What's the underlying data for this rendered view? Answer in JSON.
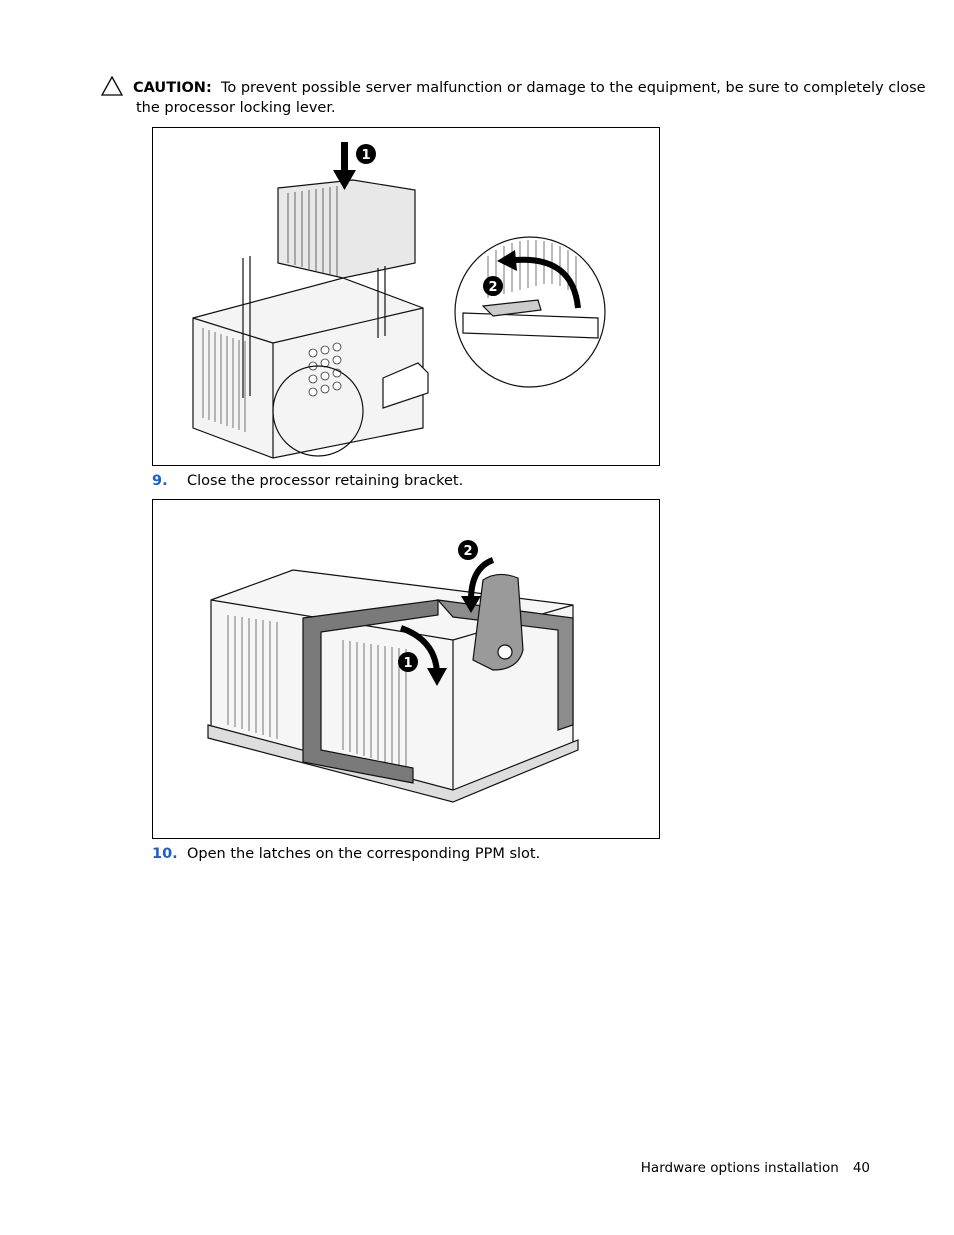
{
  "caution": {
    "icon": "caution-triangle-icon",
    "label": "CAUTION:",
    "text_line1": "To prevent possible server malfunction or damage to the equipment, be sure to completely close",
    "text_line2": "the processor locking lever."
  },
  "figures": [
    {
      "callouts": [
        "1",
        "2"
      ]
    },
    {
      "callouts": [
        "2",
        "1"
      ]
    }
  ],
  "steps": [
    {
      "number": "9.",
      "text": "Close the processor retaining bracket."
    },
    {
      "number": "10.",
      "text": "Open the latches on the corresponding PPM slot."
    }
  ],
  "footer": {
    "section": "Hardware options installation",
    "page": "40"
  },
  "colors": {
    "step_number": "#1a5fd1"
  }
}
